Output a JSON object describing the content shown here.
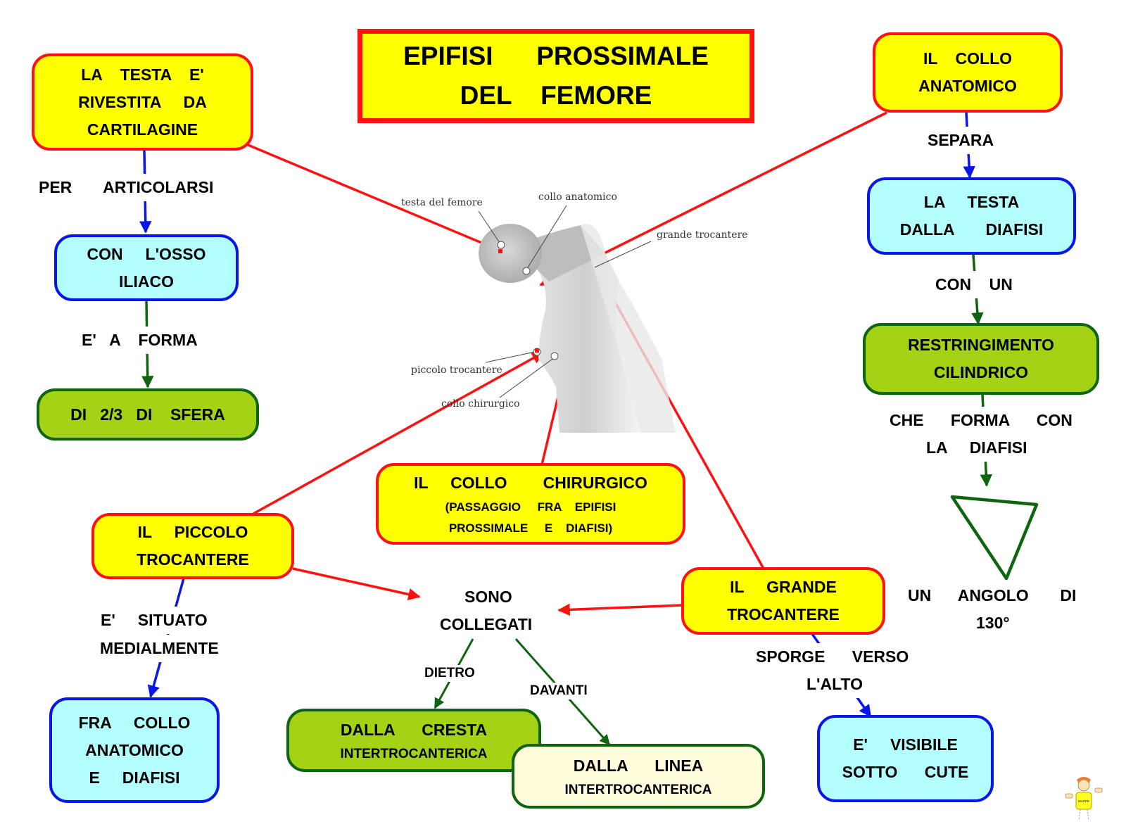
{
  "title": {
    "line1": "EPIFISI      PROSSIMALE",
    "line2": "DEL    FEMORE"
  },
  "colors": {
    "yellow_fill": "#ffff00",
    "red_border": "#ff1111",
    "cyan_fill": "#b3ffff",
    "blue_border": "#0a16e6",
    "green_fill": "#a3d314",
    "green_border": "#0f6410",
    "cream_fill": "#fffbdb"
  },
  "nodes": {
    "testa_cartilagine": [
      "LA    TESTA    E'",
      "RIVESTITA     DA",
      "CARTILAGINE"
    ],
    "osso_iliaco": [
      "CON     L'OSSO",
      "ILIACO"
    ],
    "sfera": [
      "DI   2/3   DI    SFERA"
    ],
    "collo_anatomico": [
      "IL    COLLO",
      "ANATOMICO"
    ],
    "testa_diafisi": [
      "LA     TESTA",
      "DALLA       DIAFISI"
    ],
    "restringimento": [
      "RESTRINGIMENTO",
      "CILINDRICO"
    ],
    "collo_chirurgico": {
      "title": "IL     COLLO        CHIRURGICO",
      "sub1": "(PASSAGGIO     FRA    EPIFISI",
      "sub2": "PROSSIMALE     E    DIAFISI)"
    },
    "piccolo_trocantere": [
      "IL     PICCOLO",
      "TROCANTERE"
    ],
    "grande_trocantere": [
      "IL     GRANDE",
      "TROCANTERE"
    ],
    "fra_collo": [
      "FRA     COLLO",
      "ANATOMICO",
      "E     DIAFISI"
    ],
    "cresta": {
      "title": "DALLA      CRESTA",
      "sub": "INTERTROCANTERICA"
    },
    "linea": {
      "title": "DALLA      LINEA",
      "sub": "INTERTROCANTERICA"
    },
    "visibile": [
      "E'     VISIBILE",
      "SOTTO      CUTE"
    ]
  },
  "labels": {
    "per_articolarsi": "PER       ARTICOLARSI",
    "e_a_forma": "E'   A    FORMA",
    "separa": "SEPARA",
    "con_un": "CON    UN",
    "che_forma_1": "CHE      FORMA      CON",
    "che_forma_2": "LA     DIAFISI",
    "angolo_1": "UN      ANGOLO       DI",
    "angolo_2": "130°",
    "situato_1": "E'     SITUATO",
    "situato_2": "MEDIALMENTE",
    "sono_1": "SONO",
    "sono_2": "COLLEGATI",
    "dietro": "DIETRO",
    "davanti": "DAVANTI",
    "sporge_1": "SPORGE      VERSO",
    "sporge_2": "L'ALTO"
  },
  "figure": {
    "testa_del_femore": "testa del femore",
    "collo_anatomico": "collo anatomico",
    "grande_trocantere": "grande trocantere",
    "piccolo_trocantere": "piccolo trocantere",
    "collo_chirurgico": "collo chirurgico"
  },
  "mascot": {
    "badge": "MAPPE"
  }
}
